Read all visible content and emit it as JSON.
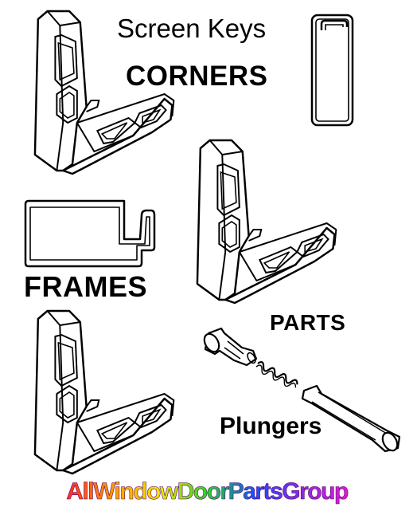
{
  "labels": {
    "screen_keys": "Screen Keys",
    "corners": "CORNERS",
    "frames": "FRAMES",
    "parts": "PARTS",
    "plungers": "Plungers"
  },
  "brand": {
    "name": "AllWindowDoorPartsGroup",
    "gradient_colors": [
      "#ff2a2a",
      "#ff9a00",
      "#f5e600",
      "#2ad22a",
      "#1a4cff",
      "#8a2be2",
      "#e01ad0"
    ]
  },
  "colors": {
    "line": "#000000",
    "background": "#ffffff"
  }
}
